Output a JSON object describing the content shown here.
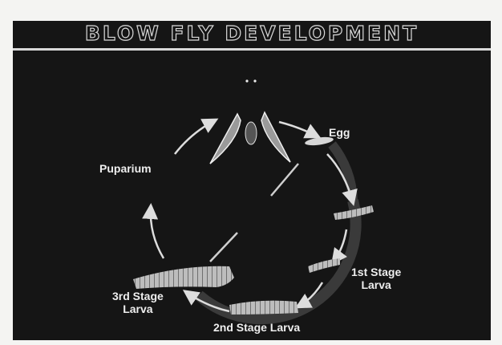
{
  "title": "BLOW FLY DEVELOPMENT",
  "stages": {
    "egg": "Egg",
    "first_larva_line1": "1st Stage",
    "first_larva_line2": "Larva",
    "second_larva": "2nd Stage Larva",
    "third_larva_line1": "3rd Stage",
    "third_larva_line2": "Larva",
    "puparium": "Puparium"
  },
  "colors": {
    "panel": "#151515",
    "ink": "#eeeeee",
    "page": "#f4f4f2"
  }
}
